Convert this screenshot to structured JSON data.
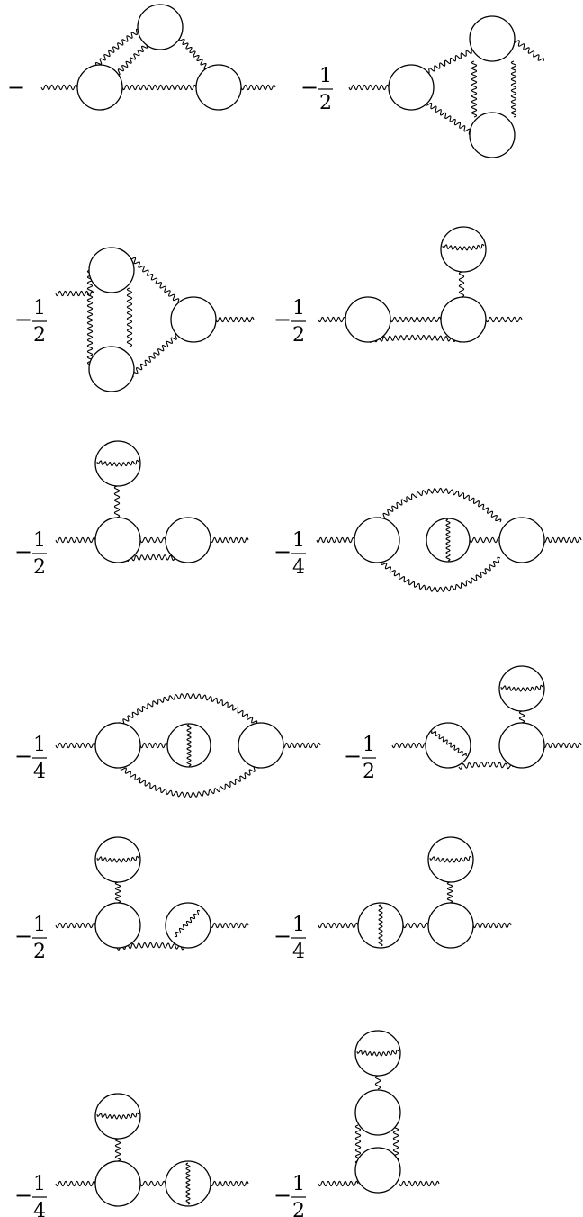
{
  "diagrams": [
    {
      "id": "d1",
      "coef": {
        "sign": "−",
        "num": "",
        "den": ""
      }
    },
    {
      "id": "d2",
      "coef": {
        "sign": "−",
        "num": "1",
        "den": "2"
      }
    },
    {
      "id": "d3",
      "coef": {
        "sign": "−",
        "num": "1",
        "den": "2"
      }
    },
    {
      "id": "d4",
      "coef": {
        "sign": "−",
        "num": "1",
        "den": "2"
      }
    },
    {
      "id": "d5",
      "coef": {
        "sign": "−",
        "num": "1",
        "den": "2"
      }
    },
    {
      "id": "d6",
      "coef": {
        "sign": "−",
        "num": "1",
        "den": "4"
      }
    },
    {
      "id": "d7",
      "coef": {
        "sign": "−",
        "num": "1",
        "den": "4"
      }
    },
    {
      "id": "d8",
      "coef": {
        "sign": "−",
        "num": "1",
        "den": "2"
      }
    },
    {
      "id": "d9",
      "coef": {
        "sign": "−",
        "num": "1",
        "den": "2"
      }
    },
    {
      "id": "d10",
      "coef": {
        "sign": "−",
        "num": "1",
        "den": "4"
      }
    },
    {
      "id": "d11",
      "coef": {
        "sign": "−",
        "num": "1",
        "den": "4"
      }
    },
    {
      "id": "d12",
      "coef": {
        "sign": "−",
        "num": "1",
        "den": "2"
      }
    }
  ]
}
